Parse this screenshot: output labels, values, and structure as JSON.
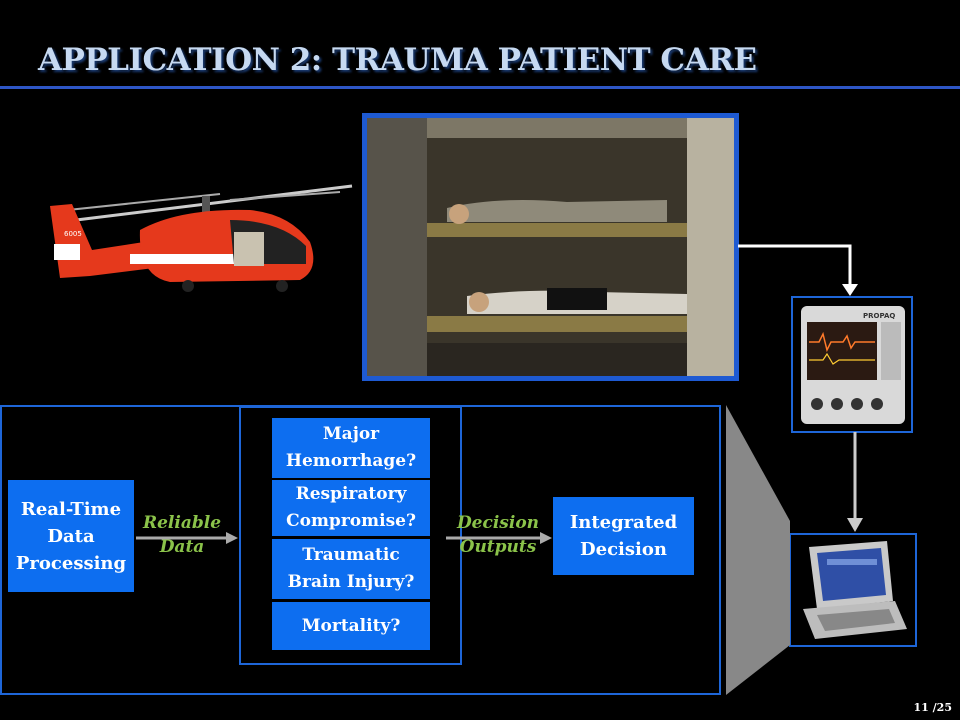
{
  "slide": {
    "title": "APPLICATION 2: TRAUMA PATIENT CARE",
    "page_number": "11 /25"
  },
  "flow": {
    "input_box": "Real-Time\nData\nProcessing",
    "reliable_label": "Reliable\nData",
    "conditions": [
      "Major\nHemorrhage?",
      "Respiratory\nCompromise?",
      "Traumatic\nBrain Injury?",
      "Mortality?"
    ],
    "decision_label": "Decision\nOutputs",
    "output_box": "Integrated\nDecision"
  },
  "images": {
    "helicopter_marking": "6005",
    "monitor_brand": "PROPAQ"
  },
  "colors": {
    "title": "#c6d9f1",
    "rule": "#2e56c6",
    "box_fill": "#0d6ef0",
    "frame": "#1e66d8",
    "label_green": "#8bc34a",
    "helicopter_red": "#e5391c"
  }
}
